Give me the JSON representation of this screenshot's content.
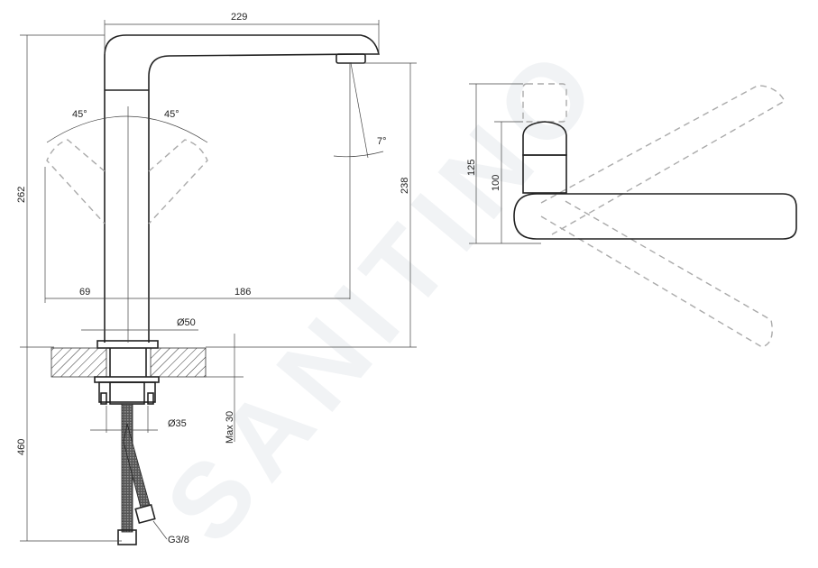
{
  "watermark": "SANITINO",
  "side_view": {
    "dim_spout_reach": "229",
    "dim_total_height": "262",
    "dim_outlet_height": "238",
    "angle_left": "45°",
    "angle_right": "45°",
    "angle_outlet": "7°",
    "dim_left_offset": "69",
    "dim_right_offset": "186",
    "dim_base_diameter": "Ø50",
    "dim_shank_diameter": "Ø35",
    "dim_hose_length": "460",
    "dim_max_counter": "Max 30",
    "thread_label": "G3/8"
  },
  "top_view": {
    "dim_height_125": "125",
    "dim_height_100": "100"
  }
}
